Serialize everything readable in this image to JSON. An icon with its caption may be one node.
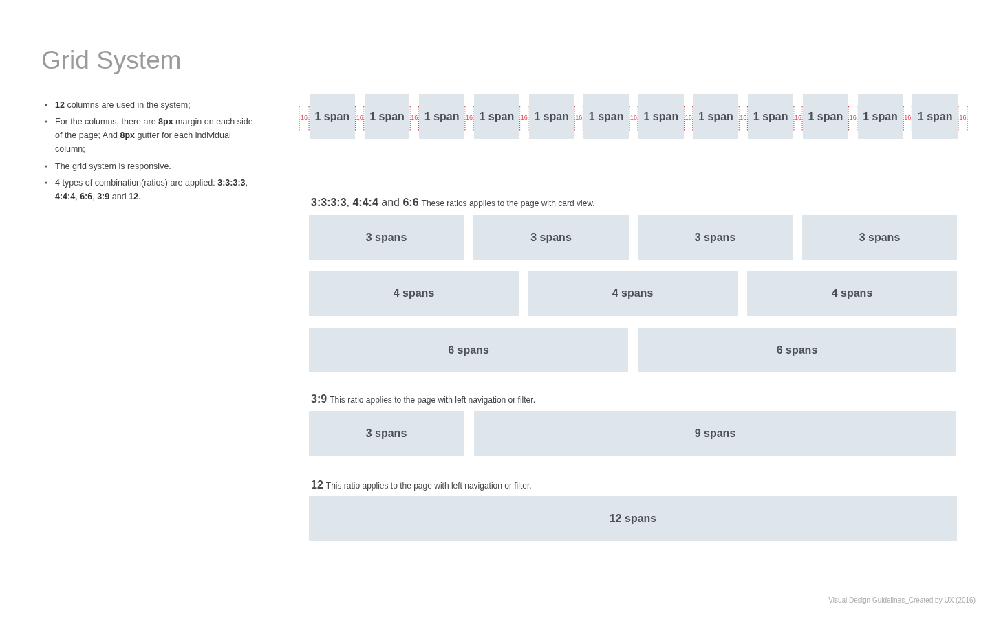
{
  "diagram": {
    "title": "Grid System",
    "nodes": [
      {
        "text": [
          "1 span"
        ]
      },
      {
        "text": [
          "1 span"
        ]
      },
      {
        "text": [
          "1 span"
        ]
      },
      {
        "text": [
          "1 span"
        ]
      },
      {
        "text": [
          "1 span"
        ]
      },
      {
        "text": [
          "1 span"
        ]
      },
      {
        "text": [
          "1 span"
        ]
      },
      {
        "text": [
          "1 span"
        ]
      },
      {
        "text": [
          "1 span"
        ]
      },
      {
        "text": [
          "1 span"
        ]
      },
      {
        "text": [
          "1 span"
        ]
      },
      {
        "text": [
          "1 span"
        ]
      },
      {
        "text": [
          "3 spans"
        ]
      },
      {
        "text": [
          "3 spans"
        ]
      },
      {
        "text": [
          "3 spans"
        ]
      },
      {
        "text": [
          "3 spans"
        ]
      },
      {
        "text": [
          "4 spans"
        ]
      },
      {
        "text": [
          "4 spans"
        ]
      },
      {
        "text": [
          "4 spans"
        ]
      },
      {
        "text": [
          "6 spans"
        ]
      },
      {
        "text": [
          "6 spans"
        ]
      },
      {
        "text": [
          "3 spans"
        ]
      },
      {
        "text": [
          "9 spans"
        ]
      },
      {
        "text": [
          "12 spans"
        ]
      }
    ],
    "labels": [
      "**12** columns are used in the system;",
      "For the columns, there are **8px** margin on each side of the page; And **8px** gutter for each individual column;",
      "The grid system is responsive.",
      "4 types of combination(ratios) are applied: **3:3:3:3**, **4:4:4**, **6:6**, **3:9** and **12**.",
      "16",
      "16",
      "16",
      "16",
      "16",
      "16",
      "16",
      "16",
      "16",
      "16",
      "16",
      "16",
      "16",
      "**3:3:3:3**, **4:4:4** and **6:6**",
      "These ratios applies to the page with card view.",
      "3:9",
      "This ratio applies to the page with left navigation or filter.",
      "12",
      "This ratio applies to the page with left navigation or filter.",
      "Visual Design Guidelines_Created by UX (2016)"
    ]
  }
}
